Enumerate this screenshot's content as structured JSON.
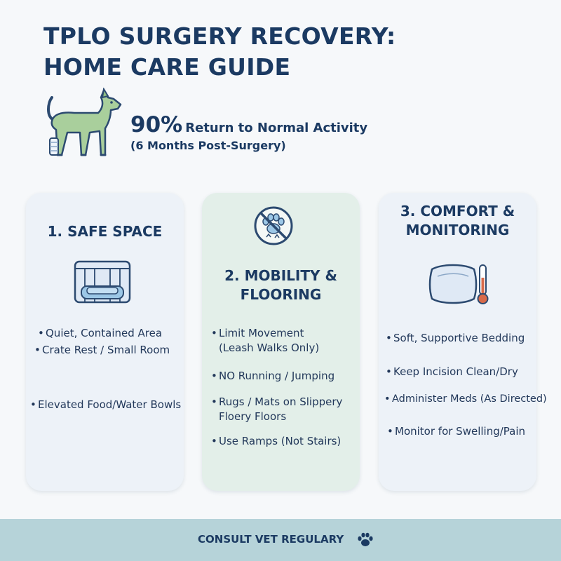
{
  "title": {
    "line1": "TPLO SURGERY RECOVERY:",
    "line2": "HOME CARE GUIDE"
  },
  "stat": {
    "value": "90%",
    "label": "Return to Normal Activity",
    "sub": "(6 Months Post-Surgery)"
  },
  "cards": [
    {
      "heading": [
        "1. SAFE SPACE"
      ],
      "icon": "crate-icon",
      "items": [
        [
          "Quiet, Contained Area"
        ],
        [
          "Crate Rest / Small Room"
        ],
        [
          "Elevated Food/Water Bowls"
        ]
      ]
    },
    {
      "heading": [
        "2. MOBILITY &",
        "FLOORING"
      ],
      "icon": "no-paw-slipping-icon",
      "items": [
        [
          "Limit Movement",
          "(Leash Walks Only)"
        ],
        [
          "NO Running / Jumping"
        ],
        [
          "Rugs / Mats on Slippery",
          "Floery Floors"
        ],
        [
          "Use Ramps (Not Stairs)"
        ]
      ]
    },
    {
      "heading": [
        "3. COMFORT &",
        "MONITORING"
      ],
      "icon": "pillow-thermometer-icon",
      "items": [
        [
          "Soft, Supportive Bedding"
        ],
        [
          "Keep Incision Clean/Dry"
        ],
        [
          "Administer Meds (As Directed)"
        ],
        [
          "Monitor for Swelling/Pain"
        ]
      ]
    }
  ],
  "bullet": "•",
  "footer": {
    "text": "CONSULT VET REGULARY"
  },
  "colors": {
    "navy": "#1b3a62",
    "card": "#edf2f8",
    "card_green": "#e3efe9",
    "footer": "#b6d3d9",
    "dog": "#a9cf9c"
  }
}
